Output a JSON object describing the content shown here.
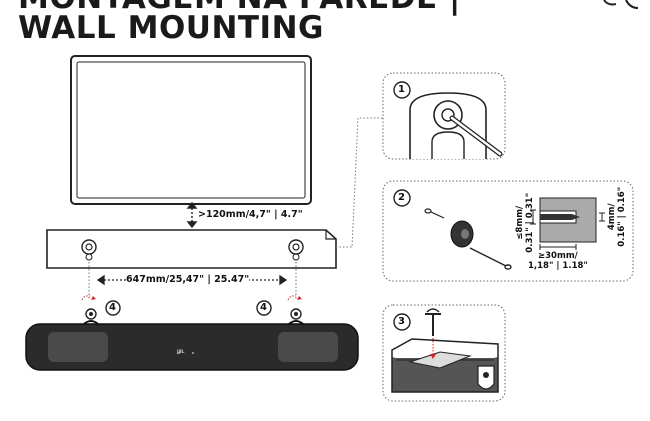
{
  "header": {
    "title_cut": "MONTAGEM NA PAREDE |",
    "title": "WALL MOUNTING"
  },
  "labels": {
    "tv_gap": ">120mm/4,7\" | 4.7\"",
    "hole_spacing": "647mm/25,47\" | 25.47\"",
    "screw_head": "≤8mm/\n0.31\" | 0.31\"",
    "screw_shaft": "4mm/\n0.16\" | 0.16\"",
    "screw_length": "≥30mm/\n1,18\" | 1.18\"",
    "soundbar_logo": "JBL"
  },
  "steps": {
    "step1": "1",
    "step2": "2",
    "step3": "3",
    "step4_left": "4",
    "step4_right": "4"
  }
}
